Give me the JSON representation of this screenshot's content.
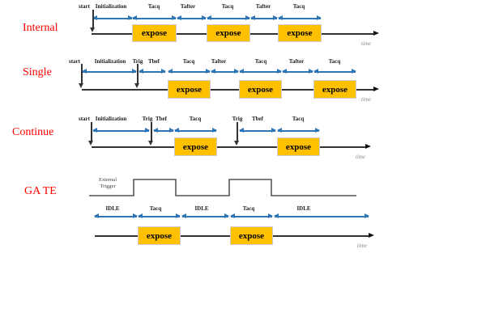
{
  "colors": {
    "label_red": "#ff0000",
    "expose_fill": "#ffc000",
    "arrow_blue": "#2e75b6",
    "line_dark": "#333333"
  },
  "rows": [
    {
      "label": "Internal",
      "top_labels": [
        "start",
        "Initialization",
        "Tacq",
        "Tafter",
        "Tacq",
        "Tafter",
        "Tacq"
      ],
      "expose_label": "expose",
      "time_label": "time"
    },
    {
      "label": "Single",
      "top_labels": [
        "start",
        "Initialization",
        "Trig",
        "Tbef",
        "Tacq",
        "Tafter",
        "Tacq",
        "Tafter",
        "Tacq"
      ],
      "expose_label": "expose",
      "time_label": "time"
    },
    {
      "label": "Continue",
      "top_labels": [
        "start",
        "Initialization",
        "Trig",
        "Tbef",
        "Tacq",
        "Trig",
        "Tbef",
        "Tacq"
      ],
      "expose_label": "expose",
      "time_label": "time"
    },
    {
      "label": "GA TE",
      "external_trigger": [
        "External",
        "Trigger"
      ],
      "top_labels": [
        "IDLE",
        "Tacq",
        "IDLE",
        "Tacq",
        "IDLE"
      ],
      "expose_label": "expose",
      "time_label": "time"
    }
  ]
}
